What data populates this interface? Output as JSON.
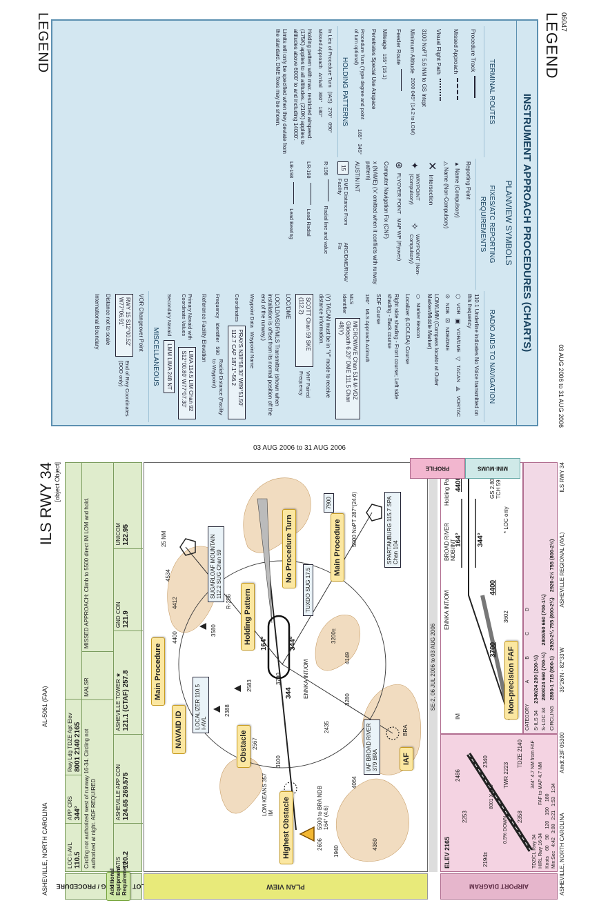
{
  "legend": {
    "code": "06047",
    "title_top": "LEGEND",
    "title_bottom": "LEGEND",
    "date_range": "03 AUG 2006 to 31 AUG 2006",
    "main_title": "INSTRUMENT APPROACH PROCEDURES (CHARTS)",
    "sub_title": "PLANVIEW SYMBOLS",
    "terminal": {
      "heading": "TERMINAL ROUTES",
      "procedure_track": "Procedure Track",
      "missed_approach": "Missed Approach",
      "visual_flight_path": "Visual Flight Path",
      "npt_note": "3100 NoPT 5.6 NM to GS Intcpt",
      "min_alt": "Minimum Altitude",
      "min_alt_values": "2000  045°  (14.2 to LOM)",
      "feeder": "Feeder Route",
      "mileage": "Mileage",
      "mileage_values": "155°  (15.1)",
      "penetrates": "Penetrates Special Use Airspace",
      "proc_turn": "Procedure Turn (Type degree and point of turn optional)",
      "proc_turn_deg": "165°",
      "proc_turn_deg2": "345°"
    },
    "holding": {
      "heading": "HOLDING PATTERNS",
      "in_lieu": "In Lieu of Procedure Turn",
      "ias": "(IAS)",
      "deg1": "270°",
      "deg2": "090°",
      "missed": "Missed Approach",
      "arrival": "Arrival",
      "deg3": "360°",
      "deg4": "180°",
      "note1": "Holding pattern with max. restricted airspeed: (175K) applies to all altitudes. (210K) applies to altitudes above 6000' to and including 14000'.",
      "note2": "Limits will only be specified when they deviate from the standard. DME fixes may be shown."
    },
    "fixes": {
      "heading": "FIXES/ATC REPORTING REQUIREMENTS",
      "reporting_point": "Reporting Point",
      "name_comp": "▲ Name (Compulsory)",
      "name_noncomp": "△ Name (Non-Compulsory)",
      "intersection": "Intersection",
      "waypoint_comp": "WAYPOINT (Compulsory)",
      "waypoint_noncomp": "WAYPOINT (Non-Compulsory)",
      "flyover": "FLYOVER POINT",
      "map_wp": "MAP WP (Flyover)",
      "cnf": "Computer Navigation Fix (CNF)",
      "cnf_note": "x (NAME) ('x' omitted when it conflicts with runway pattern)",
      "austin": "AUSTIN INT",
      "dme_distance": "DME Distance From Facility",
      "dme_num": "15",
      "arc": "ARC/DME/RNAV Fix",
      "r198": "R-198",
      "radial_line": "Radial line and value",
      "lr198": "LR-198",
      "lead_radial": "Lead Radial",
      "lb198": "LB-198",
      "lead_bearing": "Lead Bearing"
    },
    "radio": {
      "heading": "RADIO AIDS TO NAVIGATION",
      "underline_note": "110.1 Underline indicates No Voice transmitted on this frequency",
      "vor": "VOR",
      "vor_dme": "VOR/DME",
      "tacan": "TACAN",
      "vortac": "VORTAC",
      "ndb": "NDB",
      "ndb_dme": "NDB/DME",
      "lom": "LOM/LMM (Compass locator at Outer Marker/Middle Marker)",
      "marker": "Marker Beacon",
      "loc_course": "Localizer (LOC/LDA) Course",
      "loc_shading": "Right side shading - Front course; Left side shading - Back course",
      "sdf": "SDF Course",
      "mls_azimuth": "MLS Approach Azimuth",
      "deg180": "180°",
      "mls_id": "MLS Identifier",
      "microwave": "MICROWAVE Chan 514 M-VDZ Glidepath 6.20° DME 111.5 Chan 48(Y)",
      "tacan_note": "(Y) TACAN must be in \"Y\" mode to receive distance information.",
      "scott": "SCOTT Chan 59 SKE (112.2)",
      "vhf": "VHF Paired Frequency",
      "loc_dme": "LOC/DME",
      "loc_transmitter": "LOC/LDA/SDF/MLS Transmitter (shown when installation is offset from its normal position off the end of the runway.)",
      "waypoint_data": "Waypoint Data",
      "waypoint_name": "Waypoint Name",
      "coordinates": "Coordinates",
      "prays": "PRAYS N38°58.30' W89°51.50' 112.7 CAP 187.1°-56.2",
      "radial_distance": "Radial-Distance (Facility to Waypoint)",
      "frequency": "Frequency",
      "identifier": "Identifier",
      "ref_elev": "Reference Facility Elevation",
      "elev_590": "590",
      "primary_navaid": "Primary Navaid with Coordinate Values",
      "lima": "LIMA 114.5 LIM Chan 92 S12°00.80' W77°07.30'",
      "secondary_navaid": "Secondary Navaid",
      "lmm": "LMM LIMA 248 NT",
      "misc": "MISCELLANEOUS",
      "vor_changeover": "VOR Changeover Point",
      "rwy15": "RWY 15  S12°00.52' W77°06.91'",
      "end_rwy": "End of Rwy Coordinates (DOD only)",
      "not_scale": "Distance not to scale",
      "intl_boundary": "International Boundary"
    }
  },
  "mid_date": "03 AUG 2006 to 31 AUG 2006",
  "chart": {
    "location": "ASHEVILLE, NORTH CAROLINA",
    "al": "AL-5061 (FAA)",
    "title": "ILS RWY 34",
    "airport": {
      "elev": "ELEV 2165",
      "a2486": "2486",
      "a2253": "2253",
      "a2340": "2340",
      "twr": "TWR 2223",
      "tdze": "TDZE 2140",
      "a2358": "2358",
      "a2194": "2194±",
      "rwy_dim": "8001 X 150",
      "grade": "0.5% DOWN",
      "nm47": "344° 4.7 NM from FAF",
      "tdz": "TDZ/CL Rwy 34",
      "hirl": "HIRL Rwy 16-34",
      "faf_map": "FAF to MAP 4.7 NM",
      "knots_label": "Knots",
      "knots": [
        "60",
        "90",
        "120",
        "150",
        "180"
      ],
      "min_sec_label": "Min:Sec",
      "min_sec": [
        "4:42",
        "3:08",
        "2:21",
        "1:53",
        "1:34"
      ]
    },
    "footer_loc": "ASHEVILLE, NORTH CAROLINA",
    "footer_amdt": "Amdt 23F  05300",
    "footer_coords": "35°26'N - 82°33'W",
    "footer_airport": "ASHEVILLE REGIONAL (AVL)",
    "footer_title": "ILS RWY 34",
    "procedure_tab": "PILOT BRIEFING / PROCEDURE",
    "planview_tab": "PLAN VIEW",
    "airport_diagram_tab": "AIRPORT DIAGRAM",
    "profile_tab": "PROFILE",
    "minimums_tab": "MINI-MUMS",
    "brief": {
      "loc_label": "LOC I-AVL",
      "loc_freq": "110.5",
      "crs_label": "APP CRS",
      "crs": "344°",
      "rwy_ldg_label": "Rwy Ldg TDZE Apt Elev",
      "rwy_ldg": "8001 2140 2165",
      "notes": "Circling not authorized west of runway 16-34. Circling not authorized at night. ADF REQUIRED",
      "malsr": "MALSR",
      "missed": "MISSED APPROACH: Climb to 5500 direct IM LOM and hold.",
      "atis_label": "ATIS",
      "atis": "120.2",
      "app_label": "ASHEVILLE APP CON",
      "app": "124.65 269.575",
      "tower_label": "ASHEVILLE TOWER ★",
      "tower": "121.1 (CTAF) 257.8",
      "gnd_label": "GND CON",
      "gnd": "121.9",
      "unicom_label": "UNICOM",
      "unicom": "122.95"
    },
    "plan": {
      "sugarloaf": "SUGARLOAF MOUNTAIN 112.2 SUG Chan 59",
      "spartanburg": "SPARTANBURG 115.7 SPA Chan 104",
      "broad_river": "IAF BROAD RIVER 379 BRA",
      "localizer": "LOCALIZER 110.5 I-AVL",
      "lom_keans": "LOM KEANS 357 IM",
      "tuxdo": "TUXDO SUG 17.5",
      "enkka": "ENNKA INT/OM",
      "npt": "5000 NoPT 287°(24.6)",
      "bra_ndb": "5500 to BRA NDB 164° (4.6)",
      "r256": "R-256",
      "hdg164": "164°",
      "hdg344": "344°",
      "hdg344b": "344",
      "alt3700": "3700",
      "alt3100": "3100",
      "alt4400": "4400",
      "alt2567": "2567",
      "alt2583": "2583",
      "alt2388": "2388",
      "alt2435": "2435",
      "alt3280": "3280",
      "alt3580": "3580",
      "alt4412": "4412",
      "alt4534": "4534",
      "alt4360": "4360",
      "alt4064": "4064",
      "alt4149": "4149",
      "alt3200": "3200±",
      "alt7900": "7900",
      "alt1940": "1940",
      "alt2606": "2606",
      "dist_25": "25 NM",
      "date": "SE-2, 06 JUL 2006 to 03 AUG 2006",
      "bra": "BRA"
    },
    "profile": {
      "broad_river_int": "BROAD RIVER NDB/INT",
      "hold": "Holding Pattern",
      "ennka": "ENNKA INT/OM",
      "hdg164": "164°",
      "hdg344": "344°",
      "alt4400": "4400",
      "alt4400b": "4400",
      "alt3700": "3700",
      "gs": "GS 2.80° TCH 59",
      "loc_only": "* LOC only",
      "a3602": "3602",
      "im": "IM"
    },
    "minimums": {
      "category_label": "CATEGORY",
      "cats": [
        "A",
        "B",
        "C",
        "D"
      ],
      "s_ils_label": "S-ILS 34",
      "s_ils": "2340/24  200 (200-½)",
      "s_loc_label": "S-LOC 34",
      "s_loc": "2800/24  660 (700-½)",
      "s_loc_d": "2800/60  660 (700-1¼)",
      "circling_label": "CIRCLING",
      "circling_ab": "2880-1  715 (800-1)",
      "circling_c": "2920-2¼  755 (800-2¼)",
      "circling_d": "2920-2½  755 (800-2½)"
    },
    "callouts": {
      "additional_equipment": "Additional Equipment Requirement",
      "highest_obstacle": "Highest Obstacle",
      "navaid_id": "NAVAID ID",
      "obstacle": "Obstacle",
      "iaf": "IAF",
      "main_procedure_1": "Main Procedure",
      "holding_pattern": "Holding Pattern",
      "no_procedure_turn": "No Procedure Turn",
      "main_procedure_2": "Main Procedure",
      "non_precision_faf": "Non-precision FAF"
    }
  }
}
